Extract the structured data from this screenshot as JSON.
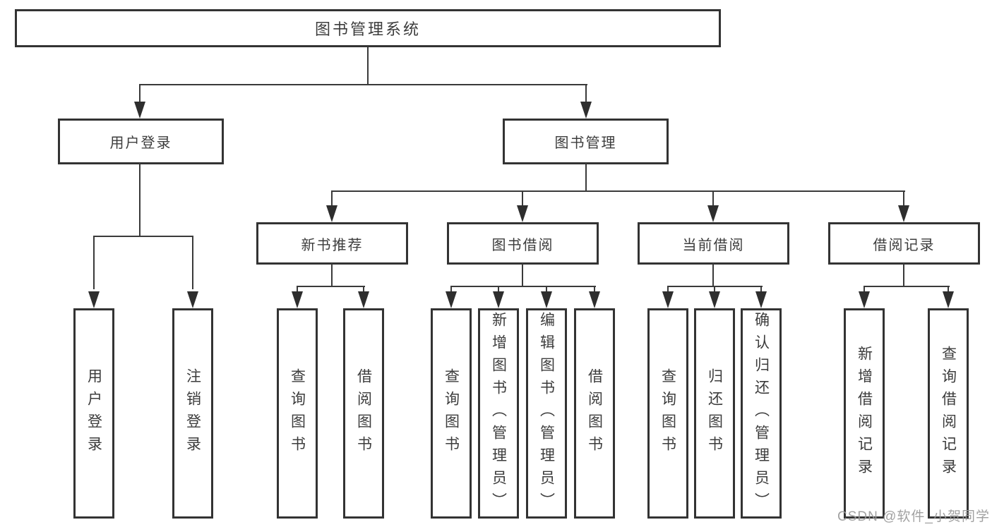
{
  "diagram": {
    "root": {
      "label": "图书管理系统"
    },
    "level2": [
      {
        "id": "user-login",
        "label": "用户登录",
        "children": [
          {
            "id": "leaf-user-login",
            "label": "用户登录"
          },
          {
            "id": "leaf-logout",
            "label": "注销登录"
          }
        ]
      },
      {
        "id": "book-management",
        "label": "图书管理",
        "children": [
          {
            "id": "new-book-recommendation",
            "label": "新书推荐",
            "children": [
              {
                "id": "leaf-query-books",
                "label": "查询图书"
              },
              {
                "id": "leaf-borrow-books",
                "label": "借阅图书"
              }
            ]
          },
          {
            "id": "book-borrowing",
            "label": "图书借阅",
            "children": [
              {
                "id": "leaf-query-books",
                "label": "查询图书"
              },
              {
                "id": "leaf-add-book-admin",
                "label": "新增图书（管理员）"
              },
              {
                "id": "leaf-edit-book-admin",
                "label": "编辑图书（管理员）"
              },
              {
                "id": "leaf-borrow-books",
                "label": "借阅图书"
              }
            ]
          },
          {
            "id": "current-borrowing",
            "label": "当前借阅",
            "children": [
              {
                "id": "leaf-query-books",
                "label": "查询图书"
              },
              {
                "id": "leaf-return-books",
                "label": "归还图书"
              },
              {
                "id": "leaf-confirm-return-admin",
                "label": "确认归还（管理员）"
              }
            ]
          },
          {
            "id": "borrowing-records",
            "label": "借阅记录",
            "children": [
              {
                "id": "leaf-add-borrow-record",
                "label": "新增借阅记录"
              },
              {
                "id": "leaf-query-borrow-record",
                "label": "查询借阅记录"
              }
            ]
          }
        ]
      }
    ]
  },
  "watermark": {
    "text": "CSDN @软件_小贺同学"
  },
  "colors": {
    "box_border": "#333333",
    "connector_line": "#3a3a3a",
    "arrowhead": "#2e2e2e",
    "text": "#3c3c3c",
    "watermark_text": "#999999",
    "background": "#ffffff"
  }
}
